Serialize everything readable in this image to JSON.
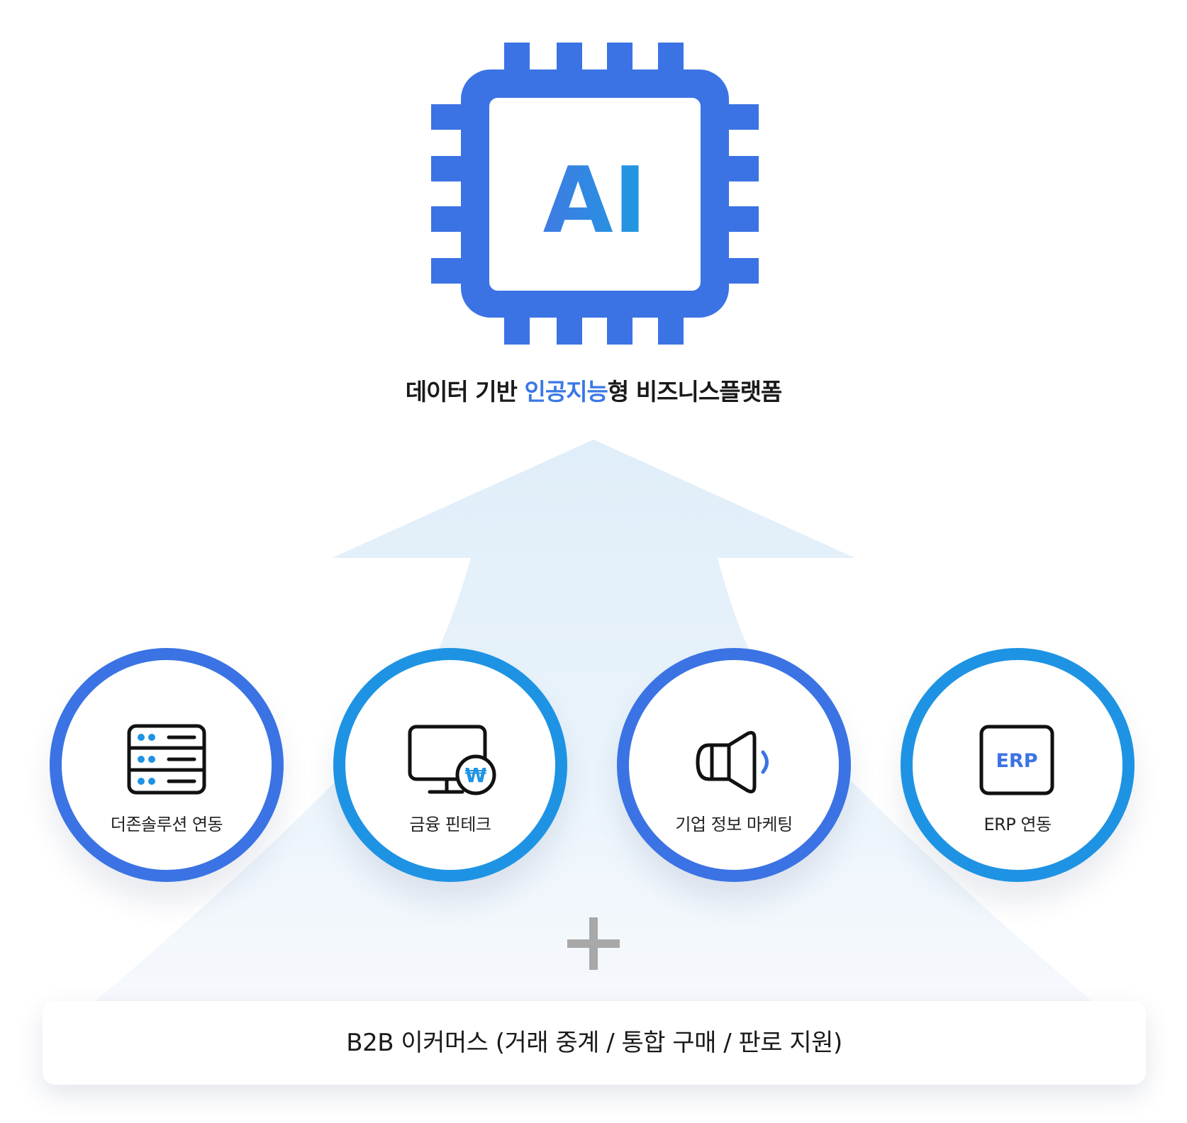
{
  "ai_chip": {
    "text": "AI",
    "chip_color": "#3b73e4",
    "text_gradient": [
      "#3f7be3",
      "#1e9ae0"
    ]
  },
  "headline": {
    "before": "데이터 기반 ",
    "accent": "인공지능",
    "after": "형 비즈니스플랫폼",
    "accent_color": "#3b78e7"
  },
  "services": [
    {
      "label": "더존솔루션 연동",
      "icon": "server-icon",
      "ring_color": "#3b73e4"
    },
    {
      "label": "금융 핀테크",
      "icon": "monitor-won-icon",
      "ring_color": "#1e93e3",
      "icon_symbol": "₩"
    },
    {
      "label": "기업 정보 마케팅",
      "icon": "megaphone-icon",
      "ring_color": "#3b73e4"
    },
    {
      "label": "ERP 연동",
      "icon": "erp-icon",
      "ring_color": "#1e93e3",
      "icon_text": "ERP"
    }
  ],
  "plus": {
    "icon": "plus-icon",
    "color": "#a8a8a8"
  },
  "base": {
    "label": "B2B 이커머스 (거래 중계 / 통합 구매 / 판로 지원)"
  }
}
